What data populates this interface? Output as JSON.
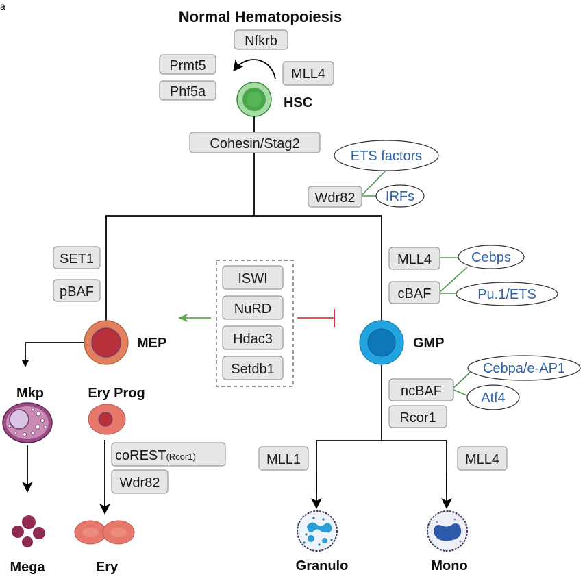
{
  "panel_letter": "a",
  "title": "Normal Hematopoiesis",
  "cells": {
    "hsc": "HSC",
    "mep": "MEP",
    "gmp": "GMP",
    "mkp": "Mkp",
    "ery_prog": "Ery Prog",
    "mega": "Mega",
    "ery": "Ery",
    "granulo": "Granulo",
    "mono": "Mono"
  },
  "factors": {
    "nfkrb": "Nfkrb",
    "prmt5": "Prmt5",
    "phf5a": "Phf5a",
    "mll4_hsc": "MLL4",
    "cohesin": "Cohesin/Stag2",
    "wdr82_top": "Wdr82",
    "set1": "SET1",
    "pbaf": "pBAF",
    "iswi": "ISWI",
    "nurd": "NuRD",
    "hdac3": "Hdac3",
    "setdb1": "Setdb1",
    "mll4_gmp": "MLL4",
    "cbaf": "cBAF",
    "ncbaf": "ncBAF",
    "rcor1": "Rcor1",
    "corest": "coREST",
    "corest_sub": "(Rcor1)",
    "wdr82_ery": "Wdr82",
    "mll1": "MLL1",
    "mll4_mono": "MLL4"
  },
  "transcription_factors": {
    "ets": "ETS factors",
    "irfs": "IRFs",
    "cebps": "Cebps",
    "pu1": "Pu.1/ETS",
    "cebpa": "Cebpa/e-AP1",
    "atf4": "Atf4"
  },
  "colors": {
    "tf_text": "#2e63a8",
    "activation_arrow": "#5aaa4a",
    "inhibition": "#d83a3a",
    "hsc": "#5cb85c",
    "mep": "#e07a5f",
    "gmp": "#1a9ad6",
    "megakaryocyte": "#8e3a6e",
    "erythroid": "#e8776a"
  }
}
